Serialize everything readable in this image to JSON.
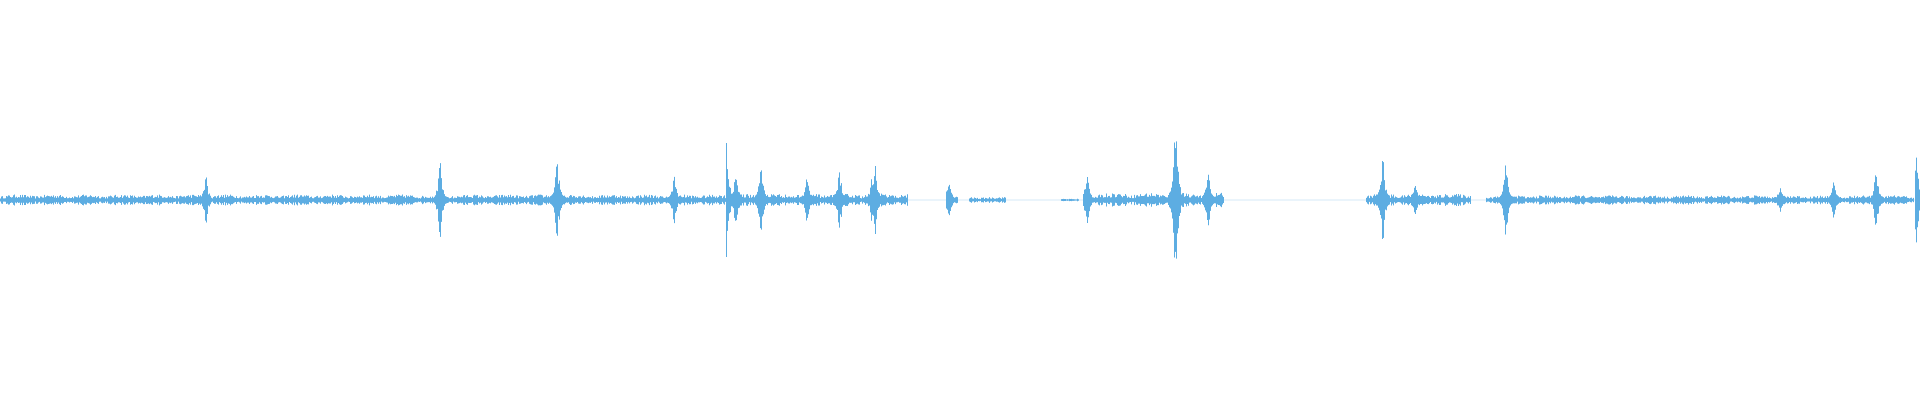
{
  "waveform": {
    "color": "#5DADE2",
    "background": "#ffffff",
    "segments": [
      {
        "start": 0.0,
        "end": 0.3779,
        "base": 0.035,
        "bursts": [
          [
            0.107,
            0.3
          ],
          [
            0.229,
            0.45
          ],
          [
            0.29,
            0.5
          ],
          [
            0.351,
            0.3
          ]
        ]
      },
      {
        "start": 0.3779,
        "end": 0.4722,
        "base": 0.04,
        "bursts": [
          [
            0.378,
            0.7
          ],
          [
            0.383,
            0.4
          ],
          [
            0.396,
            0.45
          ],
          [
            0.42,
            0.3
          ],
          [
            0.437,
            0.4
          ],
          [
            0.454,
            0.3
          ],
          [
            0.4555,
            0.45
          ]
        ]
      },
      {
        "start": 0.4926,
        "end": 0.4983,
        "base": 0.03,
        "bursts": [
          [
            0.494,
            0.25
          ]
        ]
      },
      {
        "start": 0.5047,
        "end": 0.5232,
        "base": 0.02,
        "bursts": []
      },
      {
        "start": 0.5527,
        "end": 0.5613,
        "base": 0.01,
        "bursts": []
      },
      {
        "start": 0.564,
        "end": 0.6368,
        "base": 0.045,
        "bursts": [
          [
            0.612,
            1.0
          ],
          [
            0.566,
            0.35
          ],
          [
            0.629,
            0.35
          ]
        ]
      },
      {
        "start": 0.7117,
        "end": 0.7657,
        "base": 0.04,
        "bursts": [
          [
            0.72,
            0.52
          ],
          [
            0.737,
            0.25
          ]
        ]
      },
      {
        "start": 0.7739,
        "end": 0.9964,
        "base": 0.03,
        "bursts": [
          [
            0.784,
            0.5
          ],
          [
            0.977,
            0.4
          ],
          [
            0.955,
            0.25
          ],
          [
            0.927,
            0.2
          ]
        ]
      },
      {
        "start": 0.9973,
        "end": 1.0,
        "base": 0.05,
        "bursts": [
          [
            0.998,
            0.5
          ]
        ]
      }
    ]
  }
}
